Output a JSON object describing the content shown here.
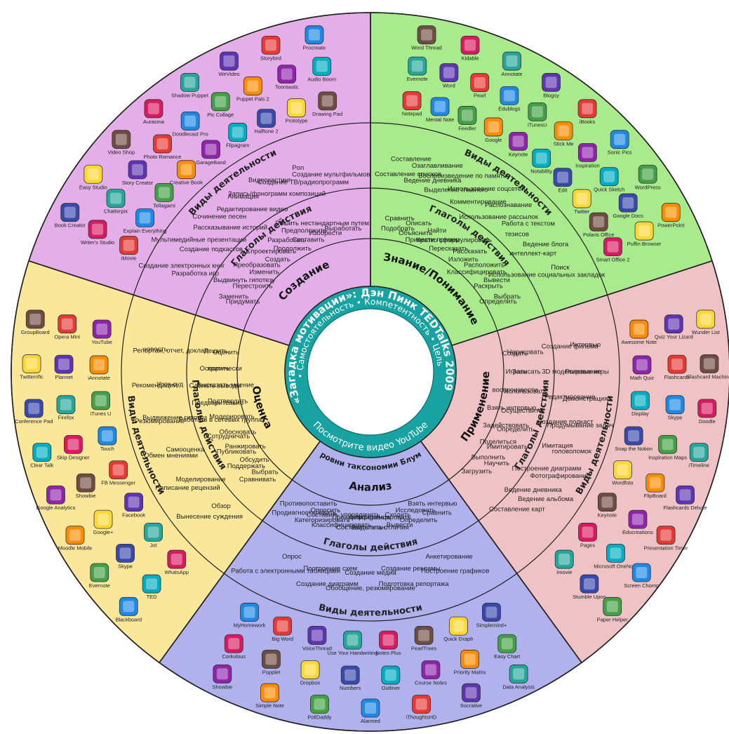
{
  "colors": {
    "create": "#e4aee8",
    "understand": "#a8ea8c",
    "apply": "#efc3c6",
    "analyze": "#b1b1ee",
    "evaluate": "#fbe79a",
    "center_ring": "#18a3a2",
    "line": "#222222"
  },
  "center": {
    "title": "«Загадка мотивации»: Дэн Пинк TEDTalks 2009",
    "subtitle": "• Самостоятельность • Компетентность • Цель",
    "link": "Посмотрите видео YouTube"
  },
  "segments": [
    {
      "key": "understand",
      "title": "Знание/Понимание",
      "verbs_label": "Глаголы действия",
      "activities_label": "Виды деятельности",
      "verbs": [
        "Подобрать",
        "Объяснить",
        "Привести пример",
        "Пересказать",
        "Изложить",
        "Классифицировать",
        "Раскрыть",
        "Определить",
        "Сравнить",
        "Описать",
        "Найти",
        "Кратко сформулировать",
        "Рассказать",
        "Расположить",
        "Вывести",
        "Выбрать"
      ],
      "activities": [
        "Составление списков",
        "Ведение дневника",
        "Выделение главного",
        "Комментирование",
        "Использование рассылок",
        "тезисов",
        "интеллект-карт",
        "Использование социальных закладок",
        "Составление",
        "Озаглавливание",
        "Воспроизведение по памяти",
        "Использование соцсетей",
        "Распознавание",
        "Работа с текстом",
        "Ведение блога",
        "Поиск"
      ],
      "apps": [
        "Notepad",
        "Mental Note",
        "Feedler",
        "Google",
        "Keynote",
        "Notability",
        "Edit",
        "Twitter",
        "Polaris Office",
        "Smart Office 2",
        "Evernote",
        "Word",
        "Pearl",
        "Edublogs",
        "iTunesU",
        "Stick Me",
        "Inspiration",
        "Quick Sketch",
        "Google Docs",
        "Puffin Browser",
        "Word Thread",
        "Kidable",
        "Annotate",
        "Blogsy",
        "iBooks",
        "Sonic Pics",
        "WordPress",
        "PowerPoint"
      ]
    },
    {
      "key": "apply",
      "title": "Применение",
      "verbs_label": "Глаголы действия",
      "activities_label": "Виды деятельности",
      "verbs": [
        "Создать",
        "Играть",
        "воспроизвести",
        "Взять интервью",
        "Задействовать",
        "Поделиться",
        "Выполнить",
        "Загрузить",
        "Нарисовать",
        "Записать",
        "Использовать",
        "Осуществить",
        "Определить",
        "Имитировать",
        "Научить"
      ],
      "activities": [
        "Создание фильма",
        "3D моделирование",
        "Редактирование",
        "Создание подкаст",
        "Имитация",
        "Построение диаграмм",
        "Ведение дневника",
        "Составление карт",
        "Интервью",
        "Ролевые игры",
        "Демонстрация",
        "Продумывание задач",
        "головоломок",
        "Фотографирование",
        "Ведение альбома"
      ],
      "apps": [
        "Awesome Note",
        "Math Quiz",
        "Display",
        "Snap the Notion",
        "Wordfoto",
        "Keynote",
        "Pages",
        "Imovie",
        "Quiz Your Lizard",
        "Flashcards",
        "Skype",
        "Inspiration Maps",
        "FlipBoard",
        "Educreations",
        "Microsoft OneNote",
        "Stumble Upon",
        "Wunder List",
        "Flashcard Machine",
        "Doodle",
        "iTimeline",
        "Flashcards Deluxe",
        "Presentation Timer",
        "Screen Chomp",
        "Paper Helper"
      ]
    },
    {
      "key": "analyze",
      "title": "Анализ",
      "verbs_label": "Глаголы действия",
      "activities_label": "Виды деятельности",
      "levels_label": "Уровни таксономии Блума",
      "verbs": [
        "Взять интервью",
        "Исследовать",
        "Сходить",
        "Дифференцировать",
        "Проанализировать",
        "Составить упорядочить",
        "Опросить",
        "Противопоставить",
        "Сравнить",
        "Определить",
        "Вывести",
        "Выделить отличия",
        "Составить план",
        "Классифицировать",
        "Категоризировать",
        "Продиагностировать"
      ],
      "activities": [
        "Анкетирование",
        "Создание рекламы",
        "Создание медиа",
        "Построение схем",
        "Опрос",
        "Построение графиков",
        "Подготовка репортажа",
        "Обобщение, резюмирование",
        "Создание диаграмм",
        "Работа с электронными таблицами"
      ],
      "apps": [
        "Simplemind+",
        "Quick Graph",
        "PearlTrees",
        "Notes Plus",
        "Use Your Handwriting",
        "VoiceThread",
        "Big Word",
        "MyHomework",
        "Easy Chart",
        "Priority Matrix",
        "Course Notes",
        "Outliner",
        "Numbers",
        "Dropbox",
        "Popplet",
        "Corkulous",
        "Data Analysis",
        "Socrative",
        "iThoughtsHD",
        "Alarmed",
        "PollDaddy",
        "Simple Note",
        "Showbie"
      ]
    },
    {
      "key": "evaluate",
      "title": "Оценка",
      "verbs_label": "Глаголы действия",
      "activities_label": "Виды деятельности",
      "verbs": [
        "Выбрать",
        "Обсудить",
        "Ранжировать",
        "Обосновать",
        "Модерировать",
        "Подтвердить",
        "Высказать мнение",
        "критически",
        "Оценить",
        "Сравнивать",
        "Поддержать",
        "Публиковать",
        "Сотрудничать",
        "Работать в сетевых группах",
        "Предварительно",
        "Сделать выводы",
        "Оспорить",
        "Решить"
      ],
      "activities": [
        "Обзор",
        "Моделирование",
        "Самооценка",
        "Выдвижение гипотез",
        "Урок-суд",
        "Репортаж, отчет, доклад",
        "Вынесение суждения",
        "Написание рецензий",
        "Обмен мнениями",
        "Резюмирование",
        "Рекомендации",
        "новость"
      ],
      "apps": [
        "WhatsApp",
        "Jot",
        "Facebook",
        "FB Messenger",
        "Touch",
        "iTunes U",
        "iAnnotate",
        "YouTube",
        "TED",
        "Skype",
        "Google+",
        "Showbie",
        "Skip Designer",
        "Firefox",
        "Plannet",
        "Opera Mini",
        "Blackboard",
        "Evernote",
        "Moodle Mobile",
        "Google Analytics",
        "Clear Talk",
        "Conference Pad",
        "Twitterrific",
        "GroupBoard"
      ]
    },
    {
      "key": "create",
      "title": "Создание",
      "verbs_label": "Глаголы действия",
      "activities_label": "Виды деятельности",
      "verbs": [
        "Придумать",
        "Перестроить",
        "Изменить",
        "Создать",
        "Продолжить",
        "Составить",
        "Изобрести",
        "Выработать",
        "Заменить",
        "Выдвинуть гипотезу",
        "Преобразовать",
        "Спроектировать",
        "Разработать",
        "Предположить",
        "Решить нестандартным путем"
      ],
      "activities": [
        "Разработка игр",
        "Создание подкастов",
        "Рассказывание историй",
        "Редактирование видео",
        "Запись/фонограмм композиций",
        "Создание ТВ/радиопрограмм",
        "Создание мультфильмов",
        "Создание электронных книг",
        "Мультимедийные презентации",
        "Сочинение песен",
        "Анимация",
        "Видеокастинг",
        "Pon"
      ],
      "apps": [
        "iMovie",
        "Explain Everything",
        "Tellagami",
        "Creative Book",
        "GarageBand",
        "Flipagram",
        "Halftone 2",
        "Prototype",
        "Drawing Pad",
        "Writer's Studio",
        "Chatterpix",
        "Story Creator",
        "Photo Romance",
        "Doodlecast Pro",
        "Pic Collage",
        "Puppet Pals 2",
        "Toontastic",
        "Audio Boom",
        "Book Creator",
        "Easy Studio",
        "Video Shop",
        "Aurasma",
        "Shadow Puppet",
        "WeVideo",
        "Storybird",
        "Procreate"
      ]
    }
  ]
}
